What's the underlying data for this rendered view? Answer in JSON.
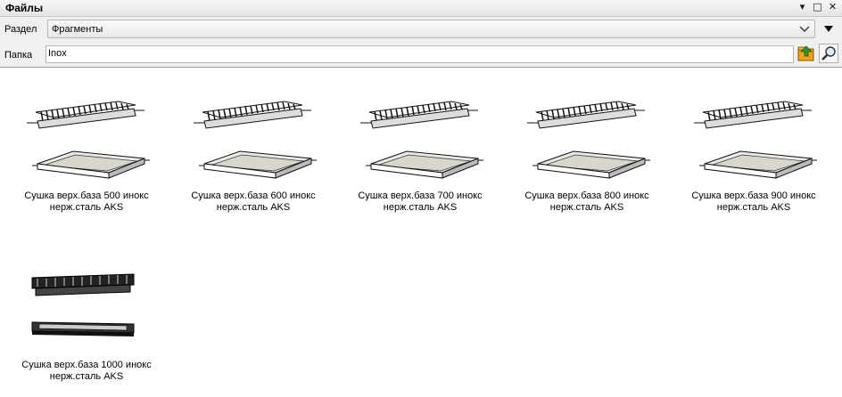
{
  "panel": {
    "title": "Файлы"
  },
  "window_controls": {
    "pin": "▾",
    "maximize": "□",
    "close": "✕"
  },
  "section": {
    "label": "Раздел",
    "value": "Фрагменты"
  },
  "folder": {
    "label": "Папка",
    "value": "Inox"
  },
  "icons": {
    "section_dropdown": "chevron-down-icon",
    "menu": "triangle-down-icon",
    "folder_dropdown": "dropdown-arrow-icon",
    "folder_up": "folder-up-icon",
    "search": "magnifier-icon"
  },
  "items": [
    {
      "line1": "Сушка верх.база 500 инокс",
      "line2": "нерж.сталь AKS"
    },
    {
      "line1": "Сушка верх.база 600 инокс",
      "line2": "нерж.сталь AKS"
    },
    {
      "line1": "Сушка верх.база 700 инокс",
      "line2": "нерж.сталь AKS"
    },
    {
      "line1": "Сушка верх.база 800 инокс",
      "line2": "нерж.сталь AKS"
    },
    {
      "line1": "Сушка верх.база 900 инокс",
      "line2": "нерж.сталь AKS"
    },
    {
      "line1": "Сушка верх.база 1000 инокс",
      "line2": "нерж.сталь AKS"
    }
  ],
  "colors": {
    "folder_up_accent": "#f2a21b",
    "folder_up_green": "#3b8f2c"
  }
}
